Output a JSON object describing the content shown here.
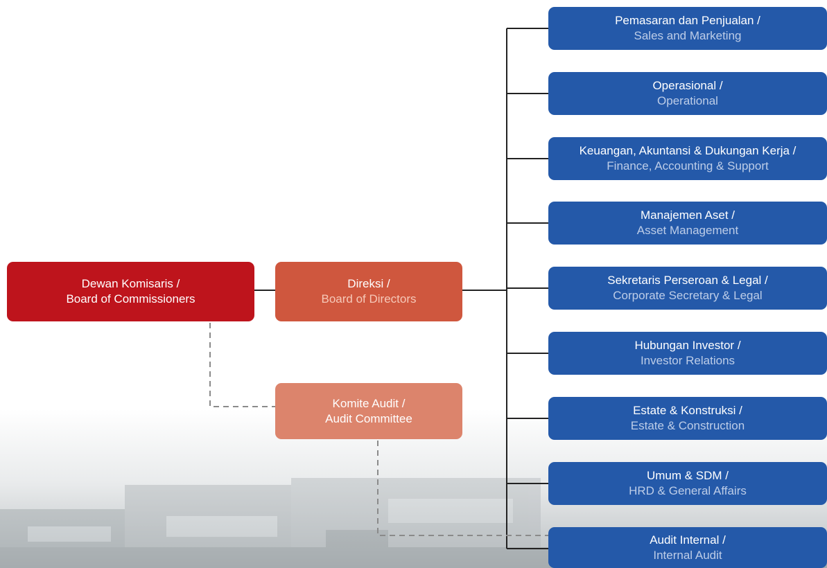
{
  "board_of_commissioners": {
    "label_id": "Dewan Komisaris /",
    "label_en": "Board of Commissioners"
  },
  "board_of_directors": {
    "label_id": "Direksi /",
    "label_en": "Board of Directors"
  },
  "audit_committee": {
    "label_id": "Komite Audit /",
    "label_en": "Audit Committee"
  },
  "departments": [
    {
      "label_id": "Pemasaran dan Penjualan /",
      "label_en": "Sales and Marketing"
    },
    {
      "label_id": "Operasional /",
      "label_en": "Operational"
    },
    {
      "label_id": "Keuangan,  Akuntansi & Dukungan Kerja /",
      "label_en": "Finance, Accounting & Support"
    },
    {
      "label_id": "Manajemen Aset /",
      "label_en": "Asset Management"
    },
    {
      "label_id": "Sekretaris Perseroan & Legal /",
      "label_en": "Corporate Secretary & Legal"
    },
    {
      "label_id": "Hubungan Investor /",
      "label_en": "Investor Relations"
    },
    {
      "label_id": "Estate & Konstruksi /",
      "label_en": "Estate & Construction"
    },
    {
      "label_id": "Umum & SDM /",
      "label_en": "HRD & General Affairs"
    },
    {
      "label_id": "Audit Internal /",
      "label_en": "Internal Audit"
    }
  ],
  "colors": {
    "commissioners": "#be141c",
    "directors": "#cf573e",
    "audit_committee": "#dc846c",
    "departments": "#2459a9",
    "connector": "#222222",
    "dashed_connector": "#8a8a8a"
  }
}
